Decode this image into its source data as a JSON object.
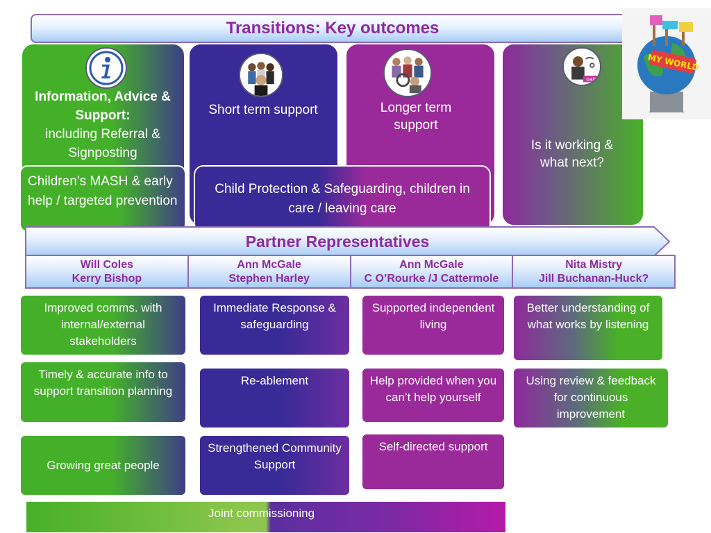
{
  "header": {
    "title": "Transitions: Key outcomes"
  },
  "columns": {
    "info": {
      "title": "Information, Advice & Support:",
      "subtitle": "including Referral & Signposting",
      "icon": "info-icon"
    },
    "short_term": {
      "label": "Short term support",
      "icon": "people-photo-icon"
    },
    "longer_term": {
      "label": "Longer term support",
      "icon": "people-photo-icon"
    },
    "review": {
      "label": "Is it working & what next?",
      "icon": "person-goals-icon"
    }
  },
  "bands": {
    "mash": "Children’s MASH & early help / targeted prevention",
    "child_protection": "Child Protection & Safeguarding, children in care / leaving care"
  },
  "partners": {
    "title": "Partner Representatives",
    "cells": [
      {
        "line1": "Will Coles",
        "line2": "Kerry Bishop"
      },
      {
        "line1": "Ann McGale",
        "line2": "Stephen Harley"
      },
      {
        "line1": "Ann McGale",
        "line2": "C O’Rourke /J Cattermole"
      },
      {
        "line1": "Nita Mistry",
        "line2": "Jill Buchanan-Huck?"
      }
    ]
  },
  "outcomes": {
    "col1": [
      "Improved comms. with internal/external stakeholders",
      "Timely & accurate info to support transition planning",
      "Growing great people"
    ],
    "col2": [
      "Immediate Response & safeguarding",
      "Re-ablement",
      "Strengthened Community Support"
    ],
    "col3": [
      "Supported independent living",
      "Help provided when you can’t help yourself",
      "Self-directed support"
    ],
    "col4": [
      "Better understanding of what works by listening",
      "Using review & feedback for continuous improvement"
    ]
  },
  "footer": {
    "joint": "Joint commissioning"
  },
  "colors": {
    "green": "#44b02a",
    "indigo": "#3a2a97",
    "magenta": "#9a2a9a",
    "title_purple": "#8e2aa0",
    "light_blue": "#a9cdf6"
  }
}
